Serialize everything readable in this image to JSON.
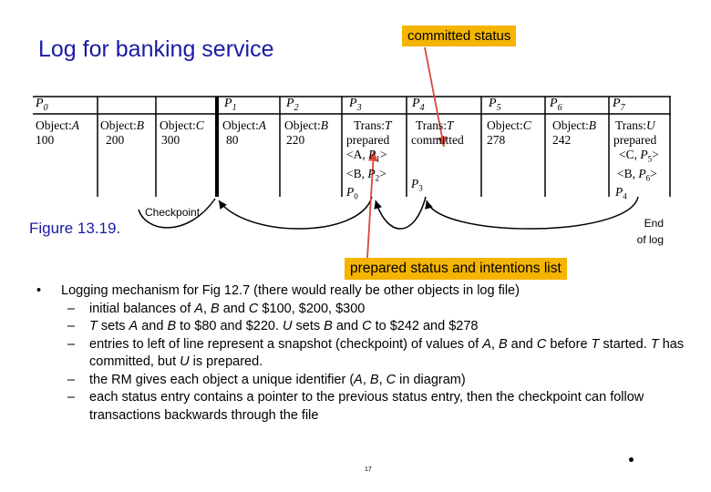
{
  "title": "Log for banking service",
  "callouts": {
    "committed": "committed status",
    "prepared": "prepared status and intentions list"
  },
  "positions": {
    "p0": {
      "base": "P",
      "sub": "0"
    },
    "p1": {
      "base": "P",
      "sub": "1"
    },
    "p2": {
      "base": "P",
      "sub": "2"
    },
    "p3": {
      "base": "P",
      "sub": "3"
    },
    "p4": {
      "base": "P",
      "sub": "4"
    },
    "p5": {
      "base": "P",
      "sub": "5"
    },
    "p6": {
      "base": "P",
      "sub": "6"
    },
    "p7": {
      "base": "P",
      "sub": "7"
    }
  },
  "entries": {
    "e1": {
      "label": "Object:",
      "name": "A",
      "value": "100"
    },
    "e2": {
      "label": "Object:",
      "name": "B",
      "value": "200"
    },
    "e3": {
      "label": "Object:",
      "name": "C",
      "value": "300"
    },
    "e4": {
      "label": "Object:",
      "name": "A",
      "value": "80"
    },
    "e5": {
      "label": "Object:",
      "name": "B",
      "value": "220"
    },
    "e6": {
      "label": "Trans:",
      "name": "T",
      "status": "prepared",
      "i1": {
        "pre": "<A, ",
        "pb": "P",
        "ps": "1",
        "post": ">"
      },
      "i2": {
        "pre": "<B, ",
        "pb": "P",
        "ps": "2",
        "post": ">"
      },
      "prev": {
        "pb": "P",
        "ps": "0"
      }
    },
    "e7": {
      "label": "Trans:",
      "name": "T",
      "status": "committed",
      "prev": {
        "pb": "P",
        "ps": "3"
      }
    },
    "e8": {
      "label": "Object:",
      "name": "C",
      "value": "278"
    },
    "e9": {
      "label": "Object:",
      "name": "B",
      "value": "242"
    },
    "e10": {
      "label": "Trans:",
      "name": "U",
      "status": "prepared",
      "i1": {
        "pre": "<C, ",
        "pb": "P",
        "ps": "5",
        "post": ">"
      },
      "i2": {
        "pre": "<B, ",
        "pb": "P",
        "ps": "6",
        "post": ">"
      },
      "prev": {
        "pb": "P",
        "ps": "4"
      }
    }
  },
  "figure_label": "Figure 13.19.",
  "checkpoint_label": "Checkpoint",
  "end_log": {
    "line1": "End",
    "line2": "of log"
  },
  "bullet": {
    "segs": [
      {
        "t": "Logging mechanism for Fig 12.7 (there would really be other objects in log file)",
        "i": false
      }
    ],
    "subs": [
      {
        "segs": [
          {
            "t": "initial balances of ",
            "i": false
          },
          {
            "t": "A",
            "i": true
          },
          {
            "t": ", ",
            "i": false
          },
          {
            "t": "B",
            "i": true
          },
          {
            "t": " and ",
            "i": false
          },
          {
            "t": "C",
            "i": true
          },
          {
            "t": " $100, $200, $300",
            "i": false
          }
        ]
      },
      {
        "segs": [
          {
            "t": "T",
            "i": true
          },
          {
            "t": " sets ",
            "i": false
          },
          {
            "t": "A",
            "i": true
          },
          {
            "t": " and ",
            "i": false
          },
          {
            "t": "B",
            "i": true
          },
          {
            "t": " to $80 and $220. ",
            "i": false
          },
          {
            "t": "U",
            "i": true
          },
          {
            "t": " sets ",
            "i": false
          },
          {
            "t": "B",
            "i": true
          },
          {
            "t": " and ",
            "i": false
          },
          {
            "t": "C",
            "i": true
          },
          {
            "t": "  to $242 and $278",
            "i": false
          }
        ]
      },
      {
        "segs": [
          {
            "t": "entries to left of line represent a snapshot (checkpoint) of values of ",
            "i": false
          },
          {
            "t": "A",
            "i": true
          },
          {
            "t": ", ",
            "i": false
          },
          {
            "t": "B",
            "i": true
          },
          {
            "t": " and ",
            "i": false
          },
          {
            "t": "C",
            "i": true
          },
          {
            "t": " before ",
            "i": false
          },
          {
            "t": "T",
            "i": true
          },
          {
            "t": " started. ",
            "i": false
          },
          {
            "t": "T",
            "i": true
          },
          {
            "t": " has committed, but ",
            "i": false
          },
          {
            "t": "U",
            "i": true
          },
          {
            "t": " is prepared.",
            "i": false
          }
        ]
      },
      {
        "segs": [
          {
            "t": "the RM gives each object a unique identifier (",
            "i": false
          },
          {
            "t": "A",
            "i": true
          },
          {
            "t": ", ",
            "i": false
          },
          {
            "t": "B",
            "i": true
          },
          {
            "t": ", ",
            "i": false
          },
          {
            "t": "C",
            "i": true
          },
          {
            "t": " in diagram)",
            "i": false
          }
        ]
      },
      {
        "segs": [
          {
            "t": "each status entry contains a pointer to the previous status entry, then the checkpoint can follow transactions backwards through the file",
            "i": false
          }
        ]
      }
    ]
  },
  "page_number": "17",
  "colors": {
    "title": "#1a1aa6",
    "callout_bg": "#f4b400",
    "arrow": "#d9463b"
  }
}
